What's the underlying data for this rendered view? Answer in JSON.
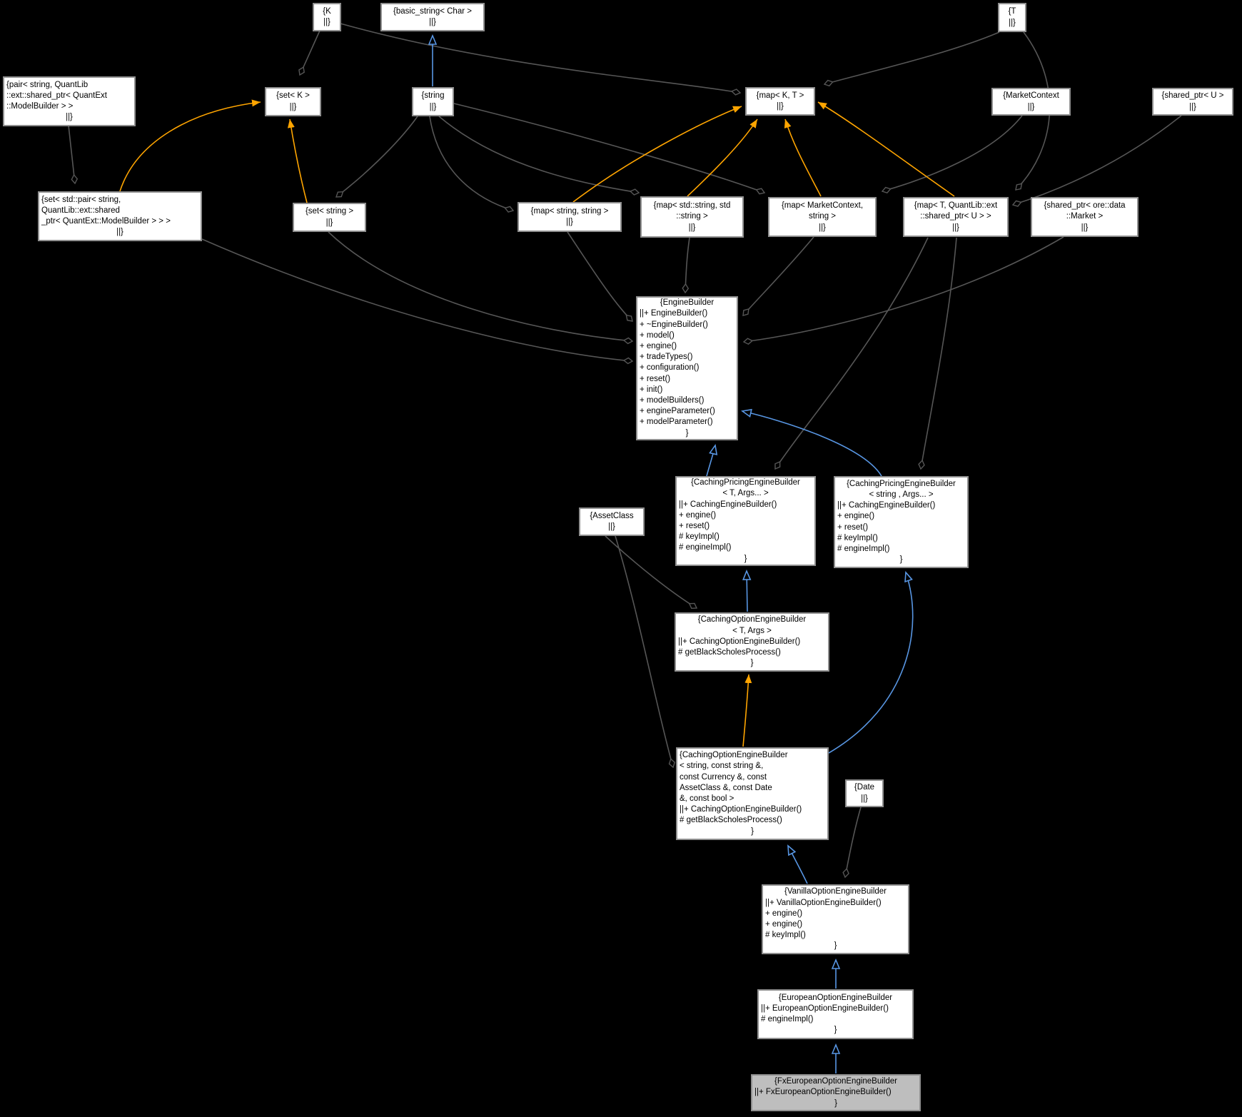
{
  "colors": {
    "aggregation": "#565656",
    "template": "#ffa500",
    "inheritance": "#5896e3",
    "node_fill": "#ffffff",
    "node_fill_highlight": "#bebebe",
    "node_border": "#8f8f8f",
    "background": "#000000"
  },
  "nodes": {
    "k": {
      "title": "{K",
      "close": "||}"
    },
    "basic_string": {
      "title": "{basic_string< Char >",
      "close": "||}"
    },
    "t": {
      "title": "{T",
      "close": "||}"
    },
    "pair": {
      "title": "{pair< string, QuantLib\n::ext::shared_ptr< QuantExt\n::ModelBuilder > >",
      "close": "||}"
    },
    "set_k": {
      "title": "{set< K >",
      "close": "||}"
    },
    "string": {
      "title": "{string",
      "close": "||}"
    },
    "map_kt": {
      "title": "{map< K, T >",
      "close": "||}"
    },
    "marketcontext": {
      "title": "{MarketContext",
      "close": "||}"
    },
    "shared_u": {
      "title": "{shared_ptr< U >",
      "close": "||}"
    },
    "set_pair": {
      "title": "{set< std::pair< string,\nQuantLib::ext::shared\n_ptr< QuantExt::ModelBuilder > > >",
      "close": "||}"
    },
    "set_string": {
      "title": "{set< string >",
      "close": "||}"
    },
    "map_ss": {
      "title": "{map< string, string >",
      "close": "||}"
    },
    "map_stdss": {
      "title": "{map< std::string, std\n::string >",
      "close": "||}"
    },
    "map_mc": {
      "title": "{map< MarketContext,\nstring >",
      "close": "||}"
    },
    "map_tu": {
      "title": "{map< T, QuantLib::ext\n::shared_ptr< U > >",
      "close": "||}"
    },
    "shared_market": {
      "title": "{shared_ptr< ore::data\n::Market >",
      "close": "||}"
    },
    "enginebuilder": {
      "title": "{EngineBuilder",
      "body": "||+ EngineBuilder()\n+ ~EngineBuilder()\n+ model()\n+ engine()\n+ tradeTypes()\n+ configuration()\n+ reset()\n+ init()\n+ modelBuilders()\n+ engineParameter()\n+ modelParameter()",
      "close": "}"
    },
    "cpeb_t": {
      "title": "{CachingPricingEngineBuilder\n< T, Args... >",
      "body": "||+ CachingEngineBuilder()\n+ engine()\n+ reset()\n# keyImpl()\n# engineImpl()",
      "close": "}"
    },
    "cpeb_s": {
      "title": "{CachingPricingEngineBuilder\n< string , Args... >",
      "body": "||+ CachingEngineBuilder()\n+ engine()\n+ reset()\n# keyImpl()\n# engineImpl()",
      "close": "}"
    },
    "assetclass": {
      "title": "{AssetClass",
      "close": "||}"
    },
    "coeb_t": {
      "title": "{CachingOptionEngineBuilder\n< T, Args >",
      "body": "||+ CachingOptionEngineBuilder()\n# getBlackScholesProcess()",
      "close": "}"
    },
    "coeb_s": {
      "title": "{CachingOptionEngineBuilder\n< string, const string &,\nconst Currency &, const\nAssetClass &, const Date\n&, const bool >",
      "body": "||+ CachingOptionEngineBuilder()\n# getBlackScholesProcess()",
      "close": "}"
    },
    "date": {
      "title": "{Date",
      "close": "||}"
    },
    "voeb": {
      "title": "{VanillaOptionEngineBuilder",
      "body": "||+ VanillaOptionEngineBuilder()\n+ engine()\n+ engine()\n# keyImpl()",
      "close": "}"
    },
    "eoeb": {
      "title": "{EuropeanOptionEngineBuilder",
      "body": "||+ EuropeanOptionEngineBuilder()\n# engineImpl()",
      "close": "}"
    },
    "fxeoeb": {
      "title": "{FxEuropeanOptionEngineBuilder",
      "body": "||+ FxEuropeanOptionEngineBuilder()",
      "close": "}"
    }
  }
}
